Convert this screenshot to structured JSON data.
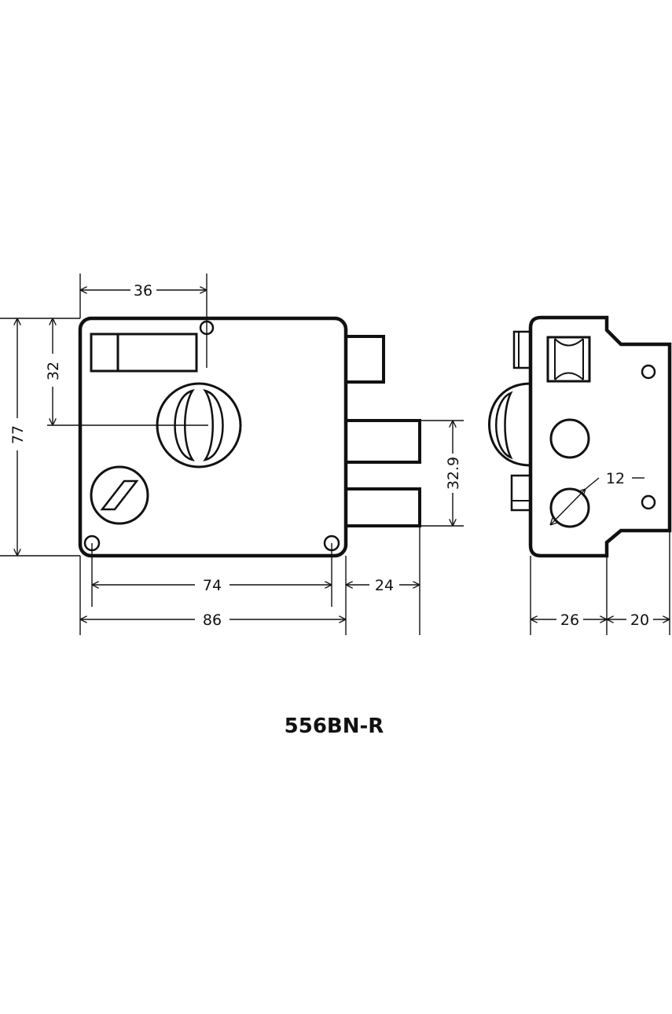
{
  "title": "556BN-R",
  "colors": {
    "stroke": "#111111",
    "background": "#ffffff"
  },
  "front_view": {
    "dimensions": {
      "top_width": "36",
      "height_to_center": "32",
      "total_height": "77",
      "hole_spacing": "74",
      "total_width": "86",
      "bolt_projection": "24",
      "bolt_span": "32.9"
    }
  },
  "side_view": {
    "dimensions": {
      "cylinder_diameter": "12",
      "body_depth": "26",
      "flange_depth": "20"
    }
  }
}
